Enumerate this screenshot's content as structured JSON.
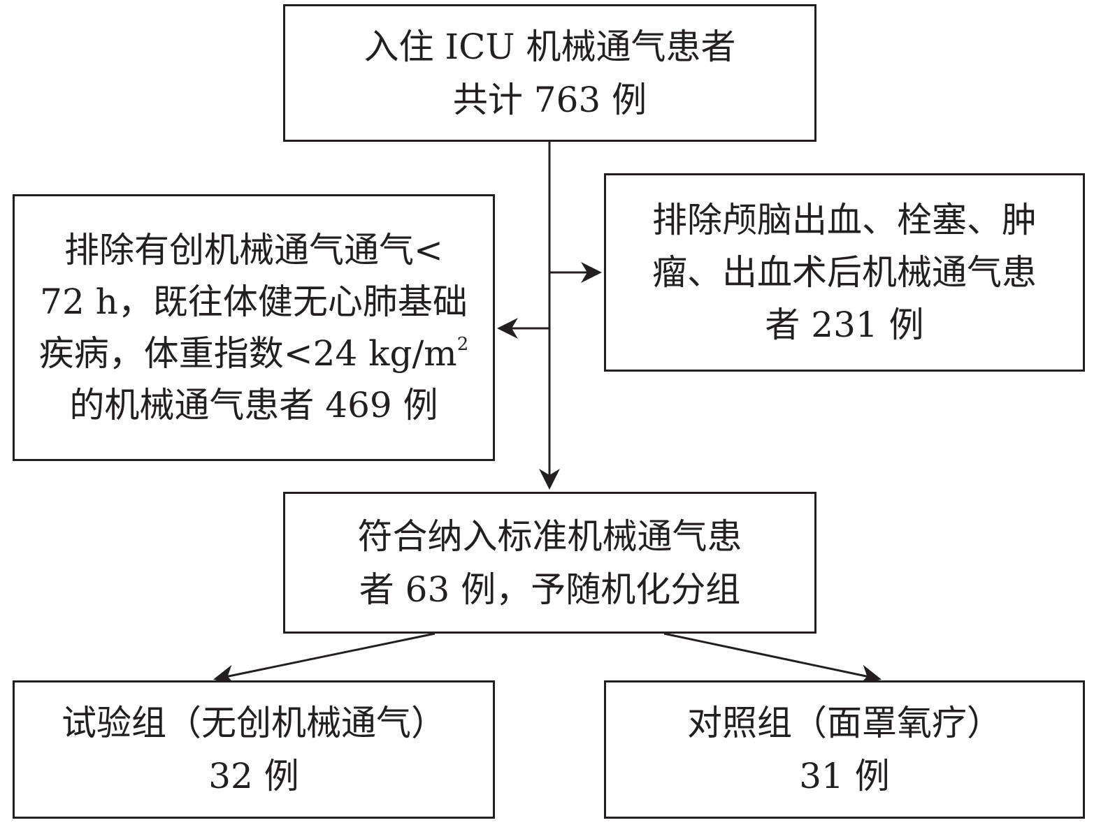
{
  "nodes": {
    "start": {
      "lines": [
        "入住 ICU 机械通气患者",
        "共计 763 例"
      ]
    },
    "exclude_left": {
      "lines": [
        "排除有创机械通气通气<",
        "72 h，既往体健无心肺基础",
        "疾病，体重指数<24 kg/m",
        "的机械通气患者 469 例"
      ],
      "superscript": "2"
    },
    "exclude_right": {
      "lines": [
        "排除颅脑出血、栓塞、肿",
        "瘤、出血术后机械通气患",
        "者 231 例"
      ]
    },
    "eligible": {
      "lines": [
        "符合纳入标准机械通气患",
        "者 63 例，予随机化分组"
      ]
    },
    "trial": {
      "lines": [
        "试验组（无创机械通气）",
        "32 例"
      ]
    },
    "control": {
      "lines": [
        "对照组（面罩氧疗）",
        "31 例"
      ]
    }
  },
  "edges": [
    {
      "from": "start",
      "to": "eligible"
    },
    {
      "from": "start",
      "to": "exclude_right"
    },
    {
      "from": "start",
      "to": "exclude_left"
    },
    {
      "from": "eligible",
      "to": "trial"
    },
    {
      "from": "eligible",
      "to": "control"
    }
  ],
  "colors": {
    "stroke": "#231f20",
    "background": "#ffffff"
  }
}
